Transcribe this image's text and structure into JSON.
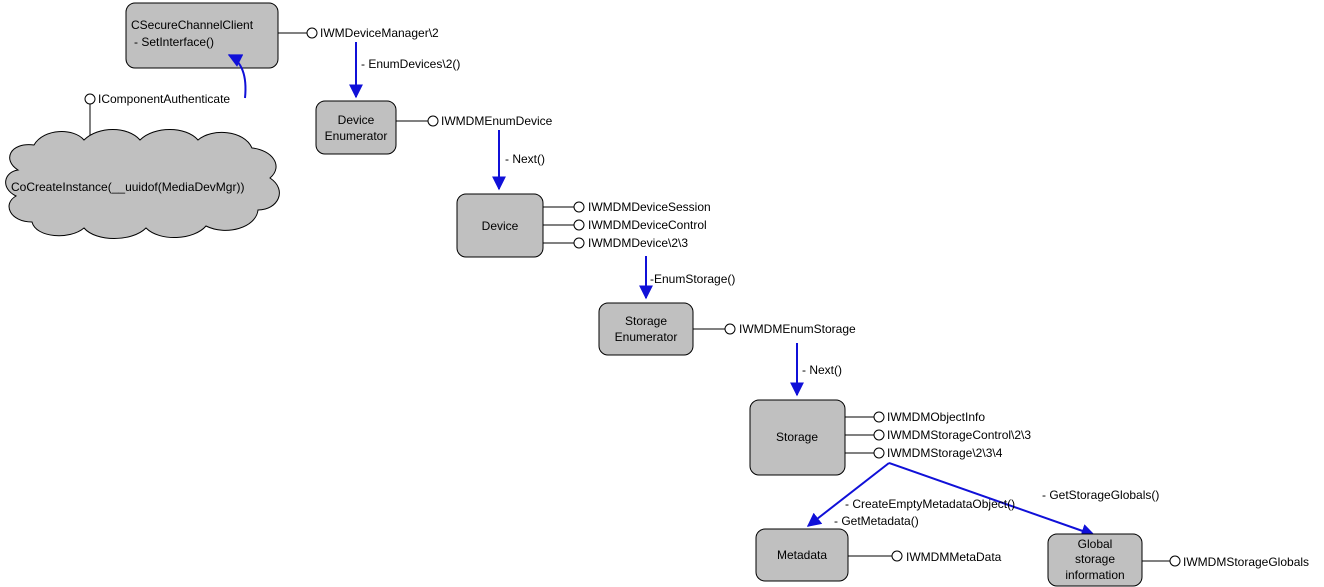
{
  "colors": {
    "box_fill": "#c0c0c0",
    "arrow": "#1010d8",
    "outline": "#000000"
  },
  "nodes": {
    "secure_channel_client": {
      "line1": "CSecureChannelClient",
      "line2": "- SetInterface()"
    },
    "cocreate": {
      "label": "CoCreateInstance(__uuidof(MediaDevMgr))"
    },
    "device_enumerator": {
      "line1": "Device",
      "line2": "Enumerator"
    },
    "device": {
      "label": "Device"
    },
    "storage_enumerator": {
      "line1": "Storage",
      "line2": "Enumerator"
    },
    "storage": {
      "label": "Storage"
    },
    "metadata": {
      "label": "Metadata"
    },
    "global_storage": {
      "line1": "Global",
      "line2": "storage",
      "line3": "information"
    }
  },
  "interfaces": {
    "icomponent_authenticate": "IComponentAuthenticate",
    "iwmdevice_manager": "IWMDeviceManager\\2",
    "iwmdm_enum_device": "IWMDMEnumDevice",
    "iwmdm_device_session": "IWMDMDeviceSession",
    "iwmdm_device_control": "IWMDMDeviceControl",
    "iwmdm_device": "IWMDMDevice\\2\\3",
    "iwmdm_enum_storage": "IWMDMEnumStorage",
    "iwmdm_object_info": "IWMDMObjectInfo",
    "iwmdm_storage_control": "IWMDMStorageControl\\2\\3",
    "iwmdm_storage": "IWMDMStorage\\2\\3\\4",
    "iwmdm_metadata": "IWMDMMetaData",
    "iwmdm_storage_globals": "IWMDMStorageGlobals"
  },
  "calls": {
    "enum_devices": "- EnumDevices\\2()",
    "next_device": "- Next()",
    "enum_storage": "-EnumStorage()",
    "next_storage": "- Next()",
    "create_empty_metadata": "- CreateEmptyMetadataObject()",
    "get_metadata": "- GetMetadata()",
    "get_storage_globals": "- GetStorageGlobals()"
  }
}
